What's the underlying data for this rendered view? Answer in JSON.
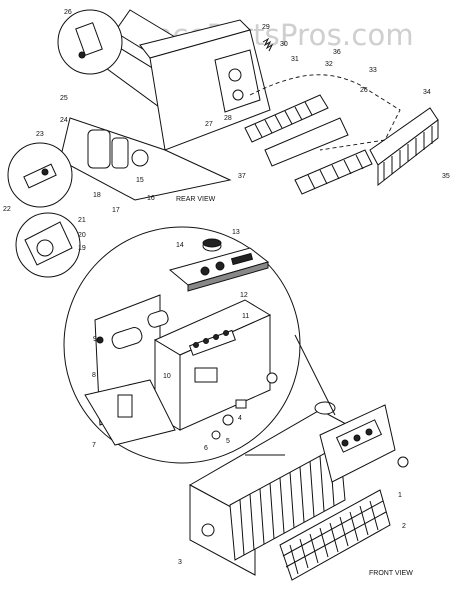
{
  "watermark": "AppliancePartsPros.com",
  "views": {
    "rear": "REAR VIEW",
    "front": "FRONT VIEW"
  },
  "callouts": [
    "1",
    "2",
    "3",
    "4",
    "5",
    "6",
    "7",
    "8",
    "9",
    "10",
    "11",
    "12",
    "13",
    "14",
    "15",
    "16",
    "17",
    "18",
    "19",
    "20",
    "21",
    "22",
    "23",
    "24",
    "25",
    "26",
    "27",
    "28",
    "29",
    "30",
    "31",
    "32",
    "33",
    "34",
    "35",
    "36",
    "37"
  ]
}
